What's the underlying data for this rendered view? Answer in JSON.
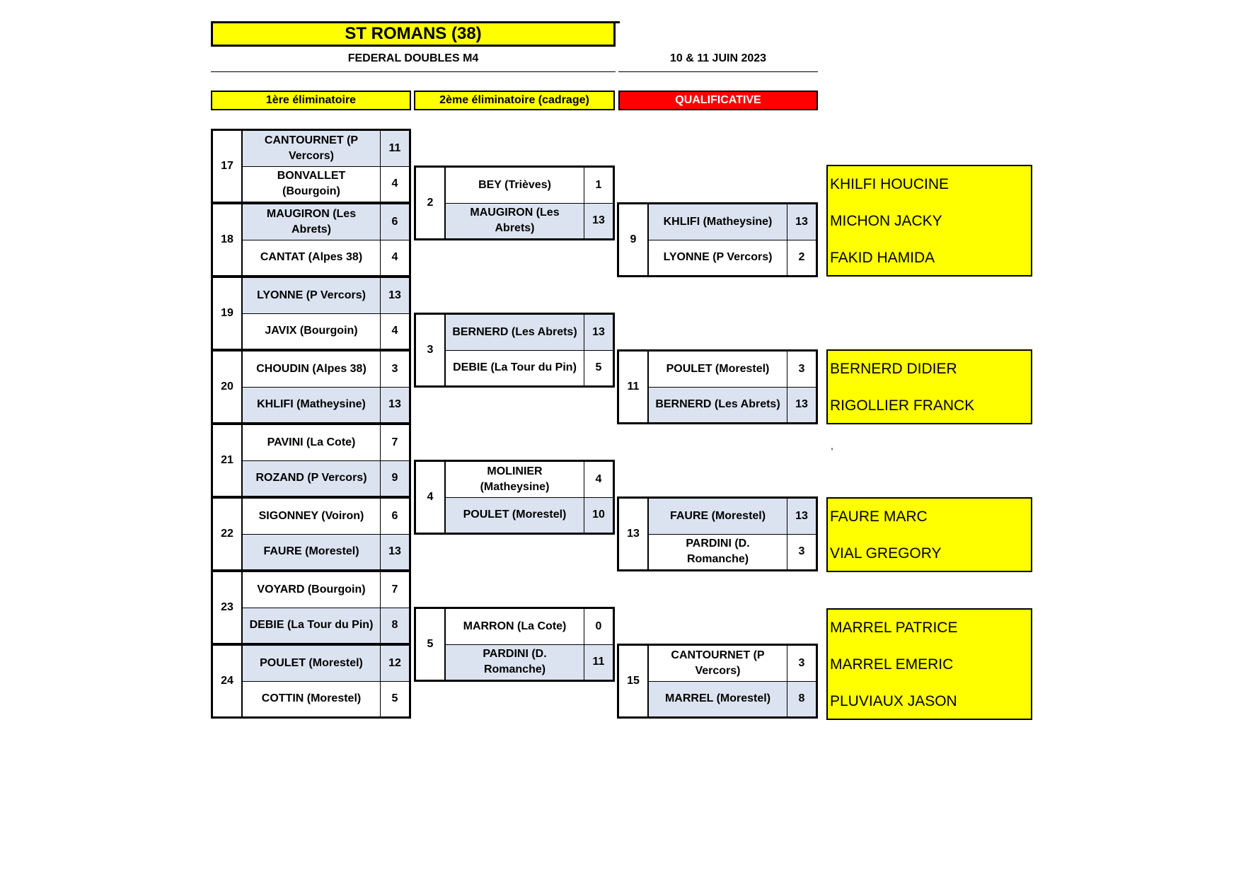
{
  "header": {
    "title": "ST ROMANS (38)",
    "event": "FEDERAL DOUBLES M4",
    "dates": "10 & 11 JUIN 2023"
  },
  "rounds": {
    "r1": "1ère éliminatoire",
    "r2": "2ème éliminatoire (cadrage)",
    "r3": "QUALIFICATIVE"
  },
  "colors": {
    "highlight": "#ffff00",
    "qualif": "#ff0000",
    "shade": "#dce3f0"
  },
  "round1": [
    {
      "num": "17",
      "rows": [
        {
          "team": "CANTOURNET (P Vercors)",
          "score": "11"
        },
        {
          "team": "BONVALLET (Bourgoin)",
          "score": "4"
        }
      ]
    },
    {
      "num": "18",
      "rows": [
        {
          "team": "MAUGIRON (Les Abrets)",
          "score": "6"
        },
        {
          "team": "CANTAT (Alpes 38)",
          "score": "4"
        }
      ]
    },
    {
      "num": "19",
      "rows": [
        {
          "team": "LYONNE (P Vercors)",
          "score": "13"
        },
        {
          "team": "JAVIX (Bourgoin)",
          "score": "4"
        }
      ]
    },
    {
      "num": "20",
      "rows": [
        {
          "team": "CHOUDIN (Alpes 38)",
          "score": "3"
        },
        {
          "team": "KHLIFI (Matheysine)",
          "score": "13"
        }
      ]
    },
    {
      "num": "21",
      "rows": [
        {
          "team": "PAVINI (La Cote)",
          "score": "7"
        },
        {
          "team": "ROZAND (P Vercors)",
          "score": "9"
        }
      ]
    },
    {
      "num": "22",
      "rows": [
        {
          "team": "SIGONNEY (Voiron)",
          "score": "6"
        },
        {
          "team": "FAURE (Morestel)",
          "score": "13"
        }
      ]
    },
    {
      "num": "23",
      "rows": [
        {
          "team": "VOYARD (Bourgoin)",
          "score": "7"
        },
        {
          "team": "DEBIE (La Tour du Pin)",
          "score": "8"
        }
      ]
    },
    {
      "num": "24",
      "rows": [
        {
          "team": "POULET (Morestel)",
          "score": "12"
        },
        {
          "team": "COTTIN (Morestel)",
          "score": "5"
        }
      ]
    }
  ],
  "round2": [
    {
      "num": "2",
      "rows": [
        {
          "team": "BEY (Trièves)",
          "score": "1"
        },
        {
          "team": "MAUGIRON (Les Abrets)",
          "score": "13"
        }
      ]
    },
    {
      "num": "3",
      "rows": [
        {
          "team": "BERNERD (Les Abrets)",
          "score": "13"
        },
        {
          "team": "DEBIE (La Tour du Pin)",
          "score": "5"
        }
      ]
    },
    {
      "num": "4",
      "rows": [
        {
          "team": "MOLINIER (Matheysine)",
          "score": "4"
        },
        {
          "team": "POULET (Morestel)",
          "score": "10"
        }
      ]
    },
    {
      "num": "5",
      "rows": [
        {
          "team": "MARRON (La Cote)",
          "score": "0"
        },
        {
          "team": "PARDINI (D. Romanche)",
          "score": "11"
        }
      ]
    }
  ],
  "round3": [
    {
      "num": "9",
      "rows": [
        {
          "team": "KHLIFI (Matheysine)",
          "score": "13"
        },
        {
          "team": "LYONNE (P Vercors)",
          "score": "2"
        }
      ]
    },
    {
      "num": "11",
      "rows": [
        {
          "team": "POULET (Morestel)",
          "score": "3"
        },
        {
          "team": "BERNERD (Les Abrets)",
          "score": "13"
        }
      ]
    },
    {
      "num": "13",
      "rows": [
        {
          "team": "FAURE (Morestel)",
          "score": "13"
        },
        {
          "team": "PARDINI (D. Romanche)",
          "score": "3"
        }
      ]
    },
    {
      "num": "15",
      "rows": [
        {
          "team": "CANTOURNET (P Vercors)",
          "score": "3"
        },
        {
          "team": "MARREL (Morestel)",
          "score": "8"
        }
      ]
    }
  ],
  "qualified": [
    {
      "players": [
        "KHILFI HOUCINE",
        "MICHON JACKY",
        "FAKID HAMIDA"
      ]
    },
    {
      "players": [
        "BERNERD DIDIER",
        "RIGOLLIER FRANCK"
      ]
    },
    {
      "players": [
        "FAURE MARC",
        "VIAL GREGORY"
      ]
    },
    {
      "players": [
        "MARREL PATRICE",
        "MARREL EMERIC",
        "PLUVIAUX JASON"
      ]
    }
  ],
  "stray_mark": ","
}
